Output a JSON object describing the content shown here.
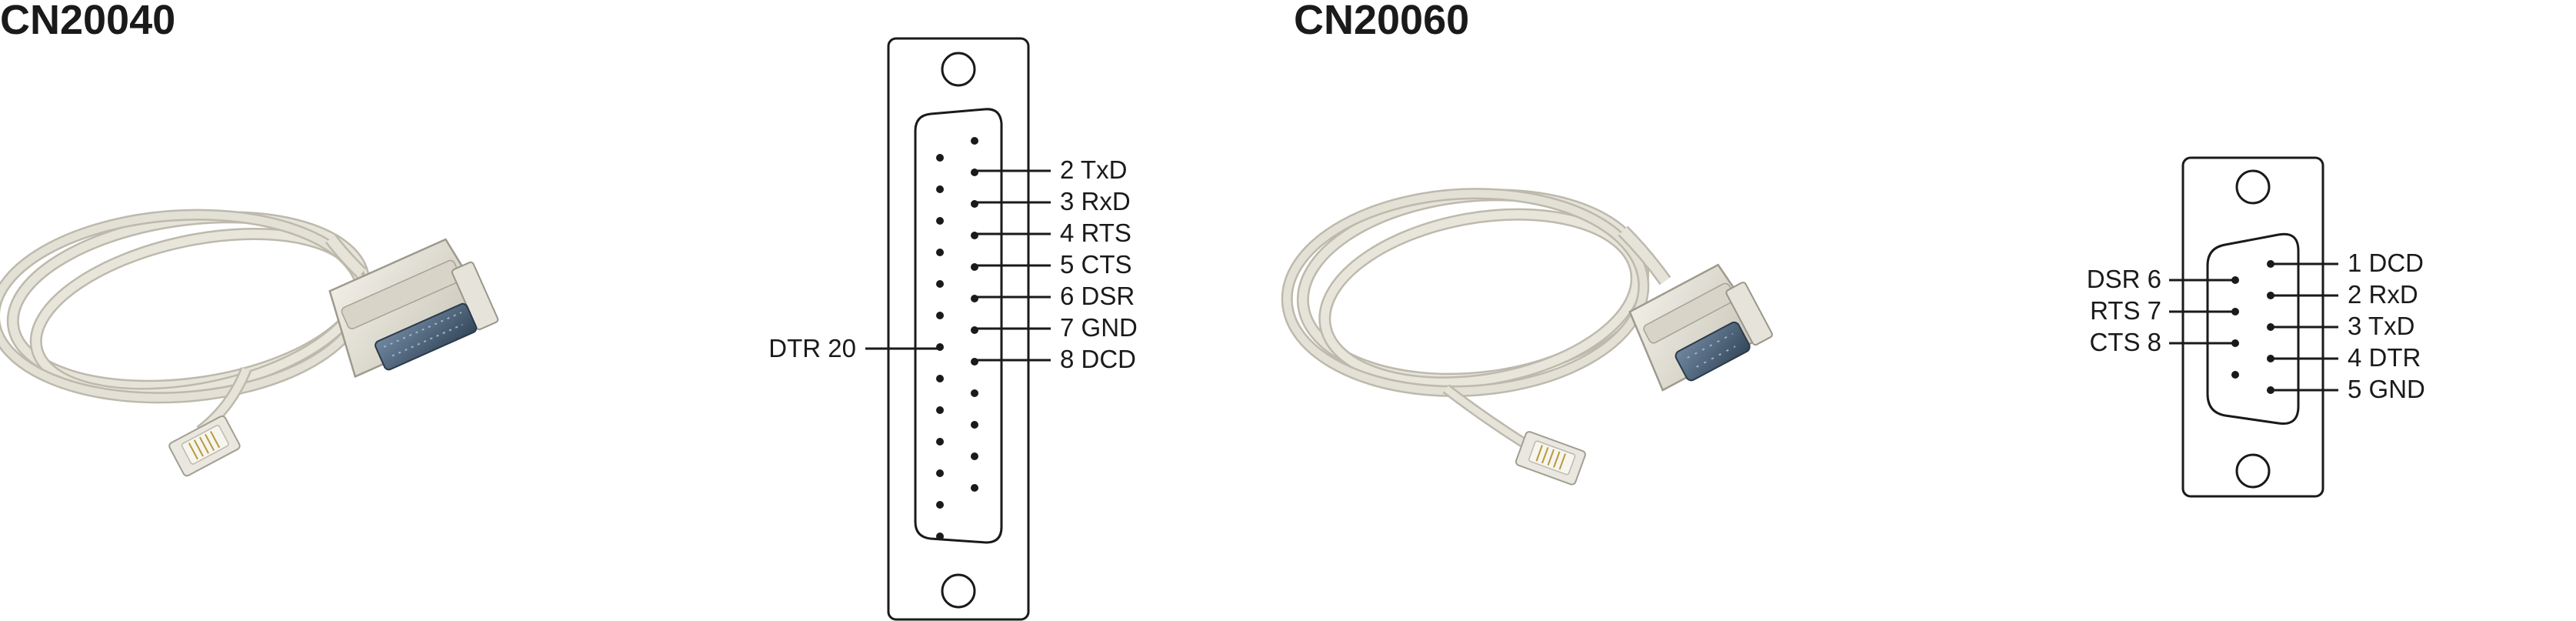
{
  "products": [
    {
      "title": "CN20040",
      "connector": "DB25",
      "right_pins": [
        "2 TxD",
        "3 RxD",
        "4 RTS",
        "5 CTS",
        "6 DSR",
        "7 GND",
        "8 DCD"
      ],
      "left_pins": [
        "DTR 20"
      ]
    },
    {
      "title": "CN20060",
      "connector": "DB9",
      "right_pins": [
        "1 DCD",
        "2 RxD",
        "3 TxD",
        "4 DTR",
        "5 GND"
      ],
      "left_pins": [
        "DSR 6",
        "RTS 7",
        "CTS 8"
      ]
    }
  ],
  "colors": {
    "cable": "#e4e1d6",
    "cable_shade": "#b9b5a8",
    "connector_blue": "#4d6278",
    "ink": "#1a1a1a"
  }
}
